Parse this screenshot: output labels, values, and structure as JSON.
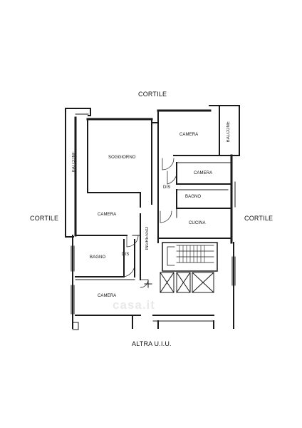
{
  "labels": {
    "top": "CORTILE",
    "left": "CORTILE",
    "right": "CORTILE",
    "bottom": "ALTRA U.I.U."
  },
  "rooms": {
    "soggiorno": "SOGGIORNO",
    "camera_top_right": "CAMERA",
    "camera_mid_right": "CAMERA",
    "camera_left": "CAMERA",
    "camera_bottom": "CAMERA",
    "bagno_right": "BAGNO",
    "bagno_left": "BAGNO",
    "cucina": "CUCINA",
    "dis_right": "DIS",
    "dis_left": "DIS",
    "ingresso": "INGRESSO",
    "balcone_left": "BALCONE",
    "balcone_right": "BALCONE"
  },
  "watermark": "casa.it",
  "colors": {
    "wall": "#1a1a1a",
    "thin": "#333333",
    "background": "#ffffff"
  }
}
